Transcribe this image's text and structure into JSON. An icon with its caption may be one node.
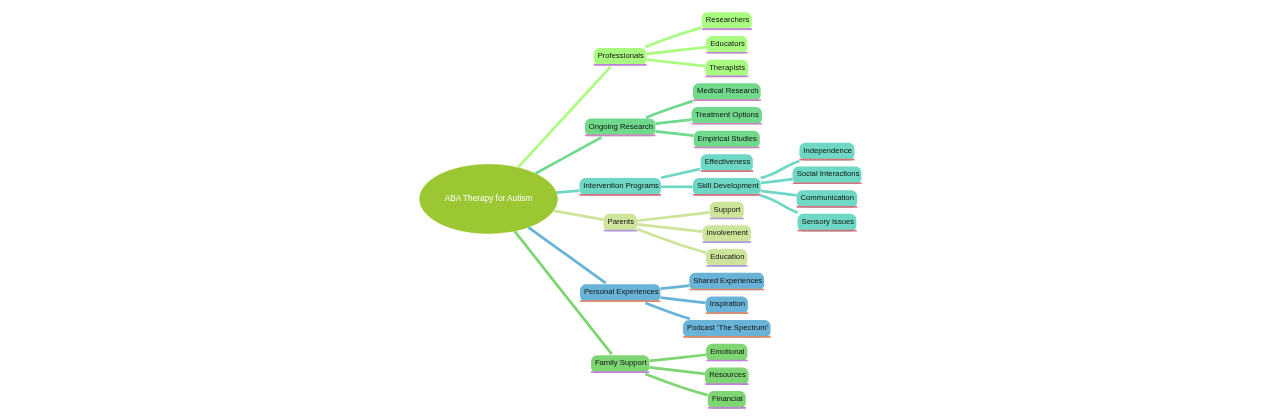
{
  "diagram": {
    "nodes": [
      {
        "text": [
          "ABA Therapy for Autism"
        ]
      },
      {
        "text": [
          "Professionals"
        ]
      },
      {
        "text": [
          "Researchers"
        ]
      },
      {
        "text": [
          "Educators"
        ]
      },
      {
        "text": [
          "Therapists"
        ]
      },
      {
        "text": [
          "Ongoing Research"
        ]
      },
      {
        "text": [
          "Medical Research"
        ]
      },
      {
        "text": [
          "Treatment Options"
        ]
      },
      {
        "text": [
          "Empirical Studies"
        ]
      },
      {
        "text": [
          "Intervention Programs"
        ]
      },
      {
        "text": [
          "Effectiveness"
        ]
      },
      {
        "text": [
          "Skill Development"
        ]
      },
      {
        "text": [
          "Independence"
        ]
      },
      {
        "text": [
          "Social Interactions"
        ]
      },
      {
        "text": [
          "Communication"
        ]
      },
      {
        "text": [
          "Sensory Issues"
        ]
      },
      {
        "text": [
          "Parents"
        ]
      },
      {
        "text": [
          "Support"
        ]
      },
      {
        "text": [
          "Involvement"
        ]
      },
      {
        "text": [
          "Education"
        ]
      },
      {
        "text": [
          "Personal Experiences"
        ]
      },
      {
        "text": [
          "Shared Experiences"
        ]
      },
      {
        "text": [
          "Inspiration"
        ]
      },
      {
        "text": [
          "Podcast 'The Spectrum'"
        ]
      },
      {
        "text": [
          "Family Support"
        ]
      },
      {
        "text": [
          "Emotional"
        ]
      },
      {
        "text": [
          "Resources"
        ]
      },
      {
        "text": [
          "Financial"
        ]
      }
    ],
    "edges": [
      {
        "from": 0,
        "to": 1,
        "arrow": "none",
        "color": "#aafc80"
      },
      {
        "from": 1,
        "to": 2,
        "arrow": "none",
        "color": "#aafc80"
      },
      {
        "from": 1,
        "to": 3,
        "arrow": "none",
        "color": "#aafc80"
      },
      {
        "from": 1,
        "to": 4,
        "arrow": "none",
        "color": "#aafc80"
      },
      {
        "from": 0,
        "to": 5,
        "arrow": "none",
        "color": "#70d98c"
      },
      {
        "from": 5,
        "to": 6,
        "arrow": "none",
        "color": "#70d98c"
      },
      {
        "from": 5,
        "to": 7,
        "arrow": "none",
        "color": "#70d98c"
      },
      {
        "from": 5,
        "to": 8,
        "arrow": "none",
        "color": "#70d98c"
      },
      {
        "from": 0,
        "to": 9,
        "arrow": "none",
        "color": "#6ed8c4"
      },
      {
        "from": 9,
        "to": 10,
        "arrow": "none",
        "color": "#6ed8c4"
      },
      {
        "from": 9,
        "to": 11,
        "arrow": "none",
        "color": "#6ed8c4"
      },
      {
        "from": 11,
        "to": 12,
        "arrow": "none",
        "color": "#6ed8c4"
      },
      {
        "from": 11,
        "to": 13,
        "arrow": "none",
        "color": "#6ed8c4"
      },
      {
        "from": 11,
        "to": 14,
        "arrow": "none",
        "color": "#6ed8c4"
      },
      {
        "from": 11,
        "to": 15,
        "arrow": "none",
        "color": "#6ed8c4"
      },
      {
        "from": 0,
        "to": 16,
        "arrow": "none",
        "color": "#cde49a"
      },
      {
        "from": 16,
        "to": 17,
        "arrow": "none",
        "color": "#cde49a"
      },
      {
        "from": 16,
        "to": 18,
        "arrow": "none",
        "color": "#cde49a"
      },
      {
        "from": 16,
        "to": 19,
        "arrow": "none",
        "color": "#cde49a"
      },
      {
        "from": 0,
        "to": 20,
        "arrow": "none",
        "color": "#6ab3d8"
      },
      {
        "from": 20,
        "to": 21,
        "arrow": "none",
        "color": "#6ab3d8"
      },
      {
        "from": 20,
        "to": 22,
        "arrow": "none",
        "color": "#6ab3d8"
      },
      {
        "from": 20,
        "to": 23,
        "arrow": "none",
        "color": "#6ab3d8"
      },
      {
        "from": 0,
        "to": 24,
        "arrow": "none",
        "color": "#7ed672"
      },
      {
        "from": 24,
        "to": 25,
        "arrow": "none",
        "color": "#7ed672"
      },
      {
        "from": 24,
        "to": 26,
        "arrow": "none",
        "color": "#7ed672"
      },
      {
        "from": 24,
        "to": 27,
        "arrow": "none",
        "color": "#7ed672"
      }
    ]
  }
}
